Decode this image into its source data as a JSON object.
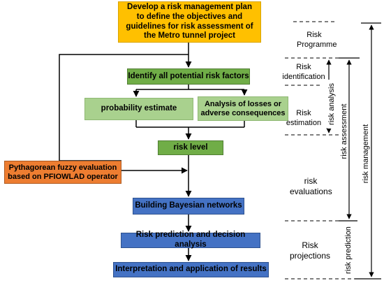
{
  "boxes": {
    "plan": "Develop a risk management plan to define the objectives and guidelines for risk assessment of the Metro tunnel project",
    "identify": "Identify all potential risk factors",
    "probability": "probability estimate",
    "losses": "Analysis of losses or adverse consequences",
    "risk_level": "risk level",
    "pythagorean": "Pythagorean fuzzy evaluation based on PFIOWLAD operator",
    "bayesian": "Building Bayesian networks",
    "prediction": "Risk prediction and decision analysis",
    "interpretation": "Interpretation and application of results"
  },
  "stages": {
    "programme": "Risk Programme",
    "identification": "Risk identification",
    "estimation": "Risk estimation",
    "evaluations": "risk evaluations",
    "projections": "Risk projections"
  },
  "brackets": {
    "analysis": "risk analysis",
    "assessment": "risk assessment",
    "management": "risk management",
    "prediction": "risk prediction"
  },
  "colors": {
    "yellow": "#FFC000",
    "dark_green": "#70AD47",
    "light_green": "#A9D18E",
    "orange": "#ED7D31",
    "blue": "#4472C4"
  }
}
